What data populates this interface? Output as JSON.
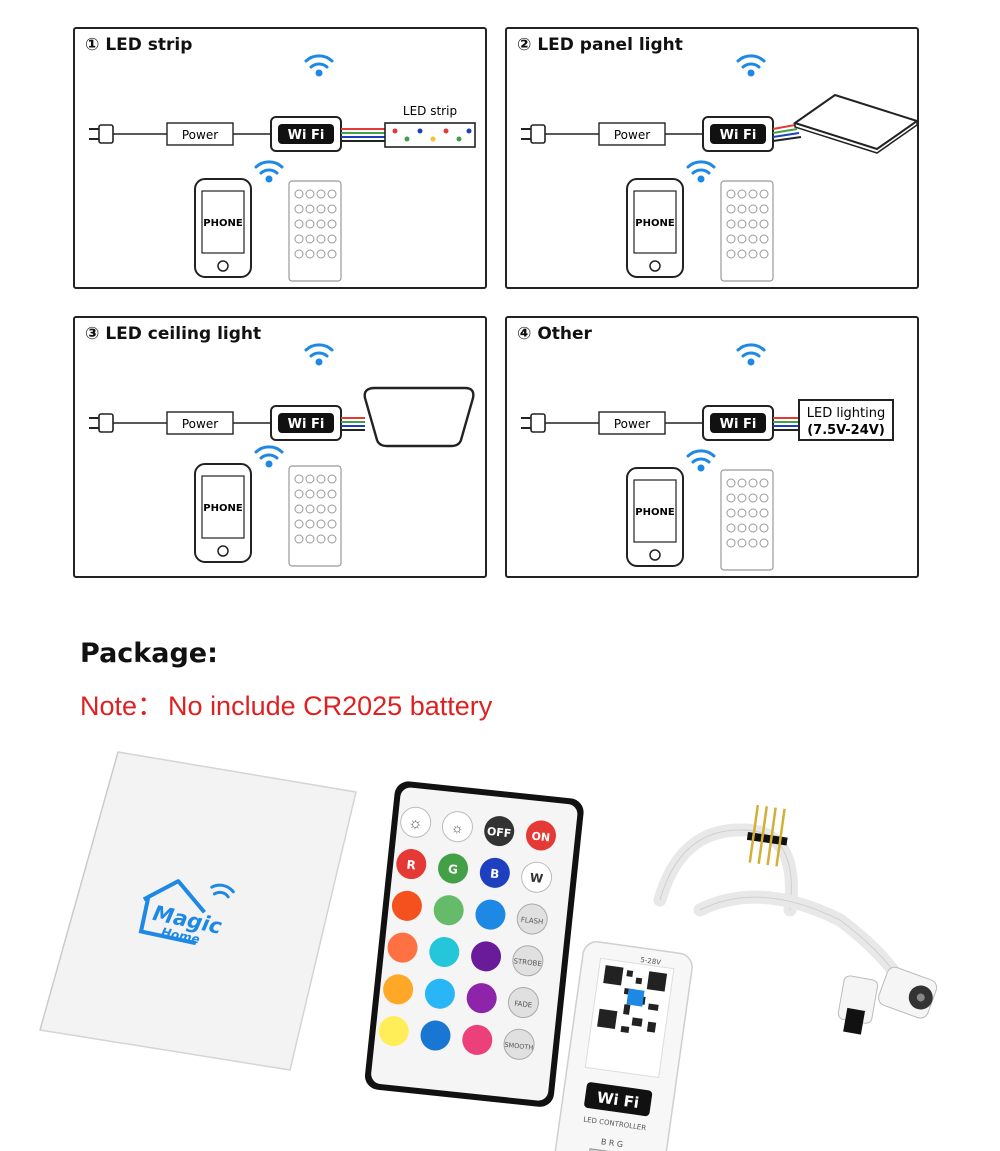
{
  "panels": [
    {
      "number": "①",
      "title": "LED strip",
      "power_label": "Power",
      "wifi_label": "Wi Fi",
      "phone_label": "PHONE",
      "load_label": "LED strip",
      "load_type": "strip"
    },
    {
      "number": "②",
      "title": "LED panel light",
      "power_label": "Power",
      "wifi_label": "Wi Fi",
      "phone_label": "PHONE",
      "load_label": "",
      "load_type": "panel"
    },
    {
      "number": "③",
      "title": "LED ceiling light",
      "power_label": "Power",
      "wifi_label": "Wi Fi",
      "phone_label": "PHONE",
      "load_label": "",
      "load_type": "ceiling"
    },
    {
      "number": "④",
      "title": "Other",
      "power_label": "Power",
      "wifi_label": "Wi Fi",
      "phone_label": "PHONE",
      "load_label": "LED lighting",
      "load_sub_label": "(7.5V-24V)",
      "load_type": "other"
    }
  ],
  "package": {
    "title": "Package:",
    "note_prefix": "Note：",
    "note_text": "No include CR2025 battery"
  },
  "items": {
    "manual_brand_line1": "Magic",
    "manual_brand_line2": "Home",
    "remote_buttons": {
      "off": "OFF",
      "on": "ON",
      "r": "R",
      "g": "G",
      "b": "B",
      "w": "W",
      "flash": "FLASH",
      "strobe": "STROBE",
      "fade": "FADE",
      "smooth": "SMOOTH"
    },
    "controller_label": "Wi Fi",
    "controller_voltage": "5-28V",
    "controller_text": "LED CONTROLLER",
    "controller_rgb": "B R G"
  },
  "colors": {
    "wifi_blue": "#1e88e5",
    "note_red": "#e02020",
    "remote_red": "#e53935",
    "remote_green": "#43a047",
    "remote_blue": "#1e3fbf"
  }
}
